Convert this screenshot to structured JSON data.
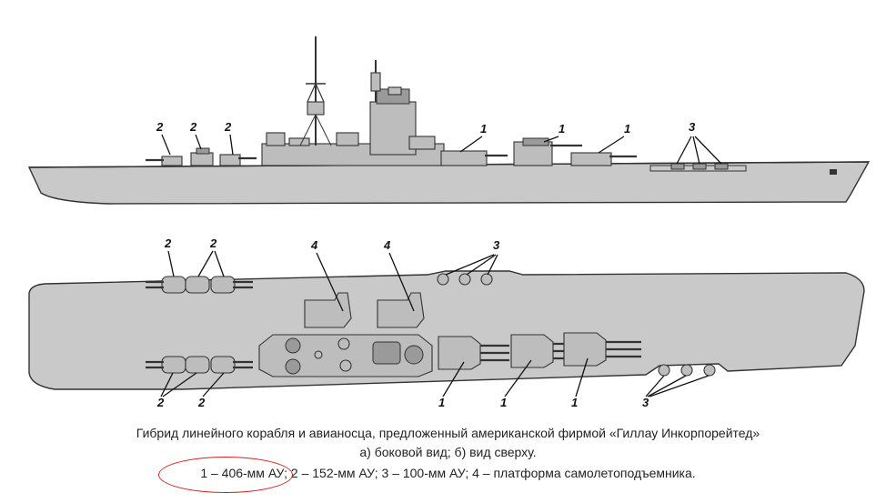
{
  "caption": {
    "title": "Гибрид линейного корабля и авианосца, предложенный американской фирмой «Гиллау Инкорпорейтед»",
    "views": "а) боковой вид; б) вид сверху.",
    "legend": "1 – 406-мм АУ; 2 – 152-мм АУ; 3 – 100-мм АУ; 4 – платформа самолетоподъемника."
  },
  "callouts": {
    "main_gun": "1",
    "secondary_gun": "2",
    "dual_purpose_gun": "3",
    "elevator": "4"
  },
  "colors": {
    "hull": "#c9c9c9",
    "line": "#333333",
    "highlight_ellipse": "#d32222"
  }
}
